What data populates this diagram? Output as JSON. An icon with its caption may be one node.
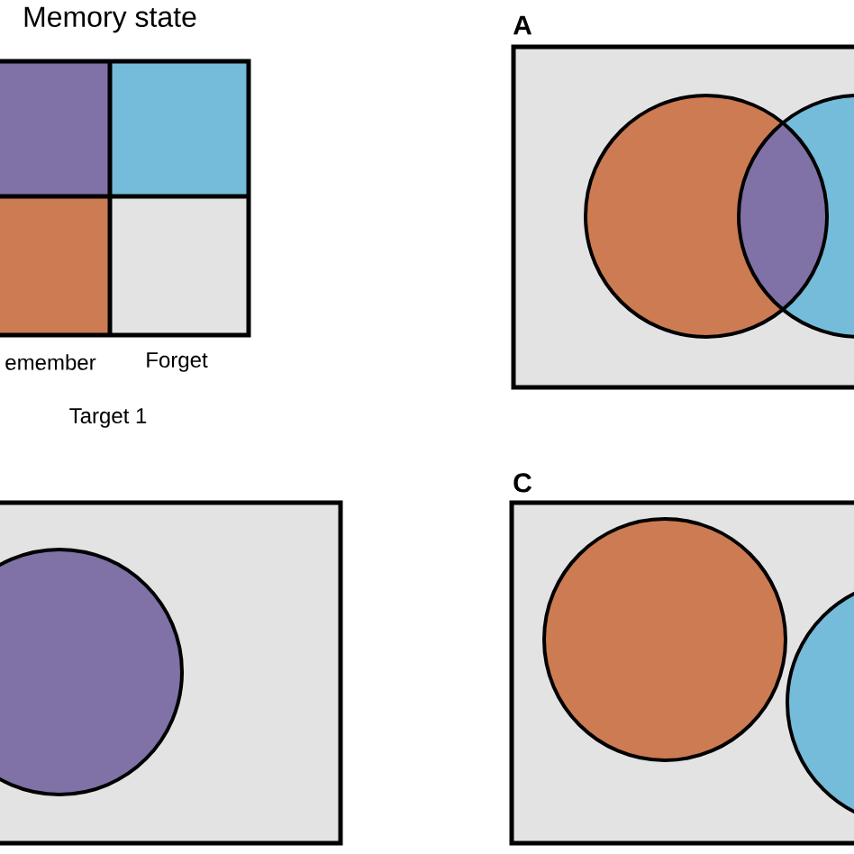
{
  "diagram": {
    "nodes": [
      {
        "text": [
          "A"
        ]
      },
      {
        "text": [],
        "shape": "box"
      },
      {
        "text": [
          "C"
        ]
      }
    ],
    "labels": [
      "Memory state",
      "emember",
      "Forget",
      "Target 1"
    ]
  }
}
